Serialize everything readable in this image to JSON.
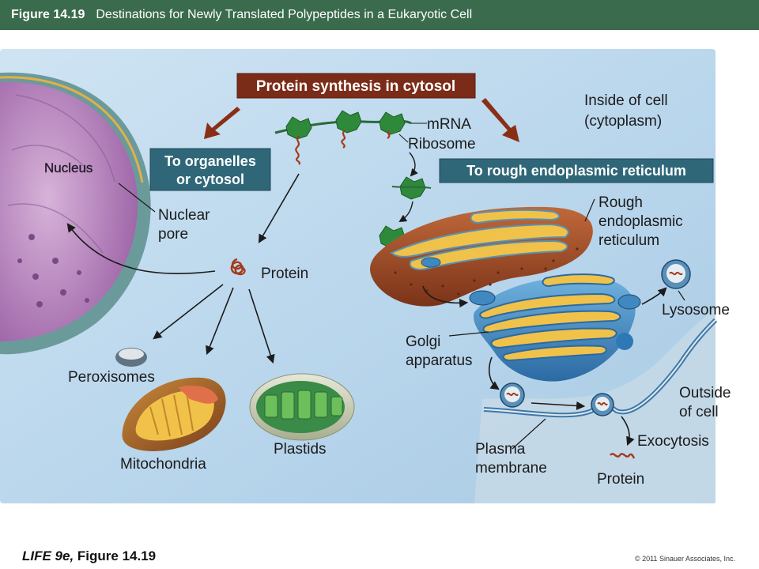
{
  "header": {
    "figure_number": "Figure 14.19",
    "title": "Destinations for Newly Translated Polypeptides in a Eukaryotic Cell"
  },
  "boxes": {
    "synthesis": "Protein synthesis in cytosol",
    "organelles_line1": "To organelles",
    "organelles_line2": "or cytosol",
    "rough_er": "To rough endoplasmic reticulum"
  },
  "labels": {
    "inside_line1": "Inside of cell",
    "inside_line2": "(cytoplasm)",
    "mrna": "mRNA",
    "ribosome": "Ribosome",
    "nucleus": "Nucleus",
    "nuclear_pore_line1": "Nuclear",
    "nuclear_pore_line2": "pore",
    "protein_center": "Protein",
    "rough_er_line1": "Rough",
    "rough_er_line2": "endoplasmic",
    "rough_er_line3": "reticulum",
    "lysosome": "Lysosome",
    "golgi_line1": "Golgi",
    "golgi_line2": "apparatus",
    "peroxisomes": "Peroxisomes",
    "mitochondria": "Mitochondria",
    "plastids": "Plastids",
    "outside_line1": "Outside",
    "outside_line2": "of cell",
    "exocytosis": "Exocytosis",
    "plasma_line1": "Plasma",
    "plasma_line2": "membrane",
    "protein_exo": "Protein"
  },
  "footer": {
    "book": "LIFE 9e,",
    "figure": "Figure 14.19",
    "copyright": "© 2011 Sinauer Associates, Inc."
  },
  "colors": {
    "header_bg": "#3a6b4d",
    "box_teal": "#2f6779",
    "box_brown": "#7a2c18",
    "arrow_brown": "#8a2e14",
    "ribosome_green": "#2e8a3a",
    "er_brown": "#9a4a28",
    "golgi_blue": "#3f88c0",
    "nucleus_purple": "#b07ab8"
  }
}
